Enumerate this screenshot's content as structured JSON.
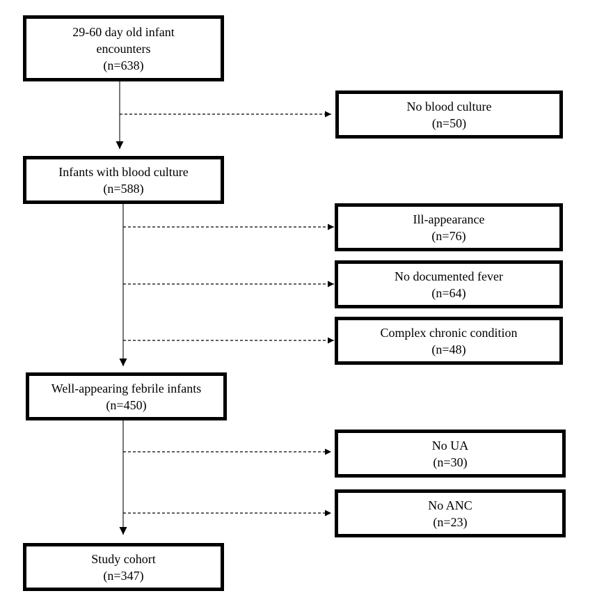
{
  "flowchart": {
    "main": [
      {
        "line1": "29-60 day old infant",
        "line2": "encounters",
        "count": "(n=638)"
      },
      {
        "line1": "Infants with blood culture",
        "count": "(n=588)"
      },
      {
        "line1": "Well-appearing febrile infants",
        "count": "(n=450)"
      },
      {
        "line1": "Study cohort",
        "count": "(n=347)"
      }
    ],
    "exclusions": [
      {
        "label": "No blood culture",
        "count": "(n=50)"
      },
      {
        "label": "Ill-appearance",
        "count": "(n=76)"
      },
      {
        "label": "No documented fever",
        "count": "(n=64)"
      },
      {
        "label": "Complex chronic condition",
        "count": "(n=48)"
      },
      {
        "label": "No UA",
        "count": "(n=30)"
      },
      {
        "label": "No ANC",
        "count": "(n=23)"
      }
    ]
  }
}
